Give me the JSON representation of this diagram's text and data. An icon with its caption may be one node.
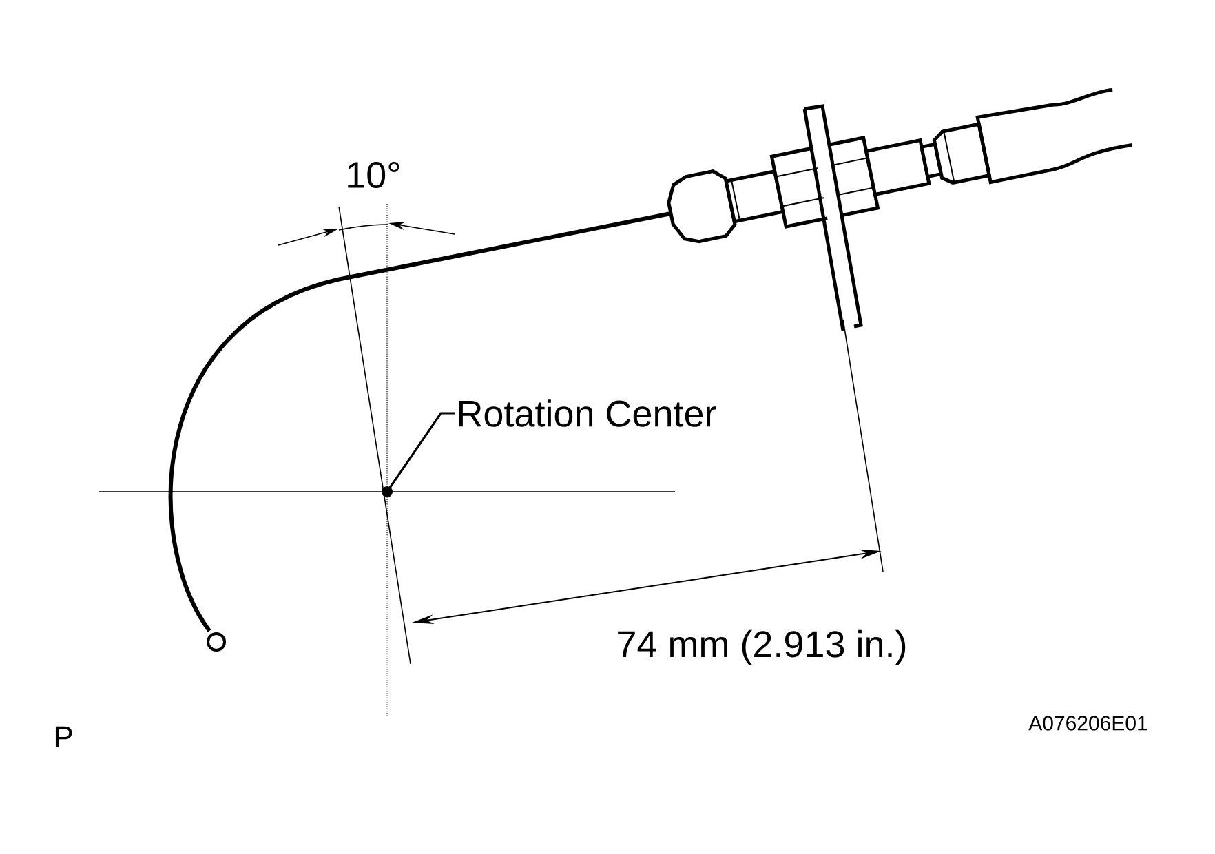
{
  "diagram": {
    "nodes": [
      {
        "text": [
          "Rotation Center"
        ]
      },
      {
        "text": [],
        "shape": "circle"
      }
    ],
    "edges": [
      {
        "from": 0,
        "to": 1,
        "arrow": "none"
      }
    ],
    "labels": [
      "10°",
      "74 mm (2.913 in.)",
      "P",
      "A076206E01"
    ]
  }
}
